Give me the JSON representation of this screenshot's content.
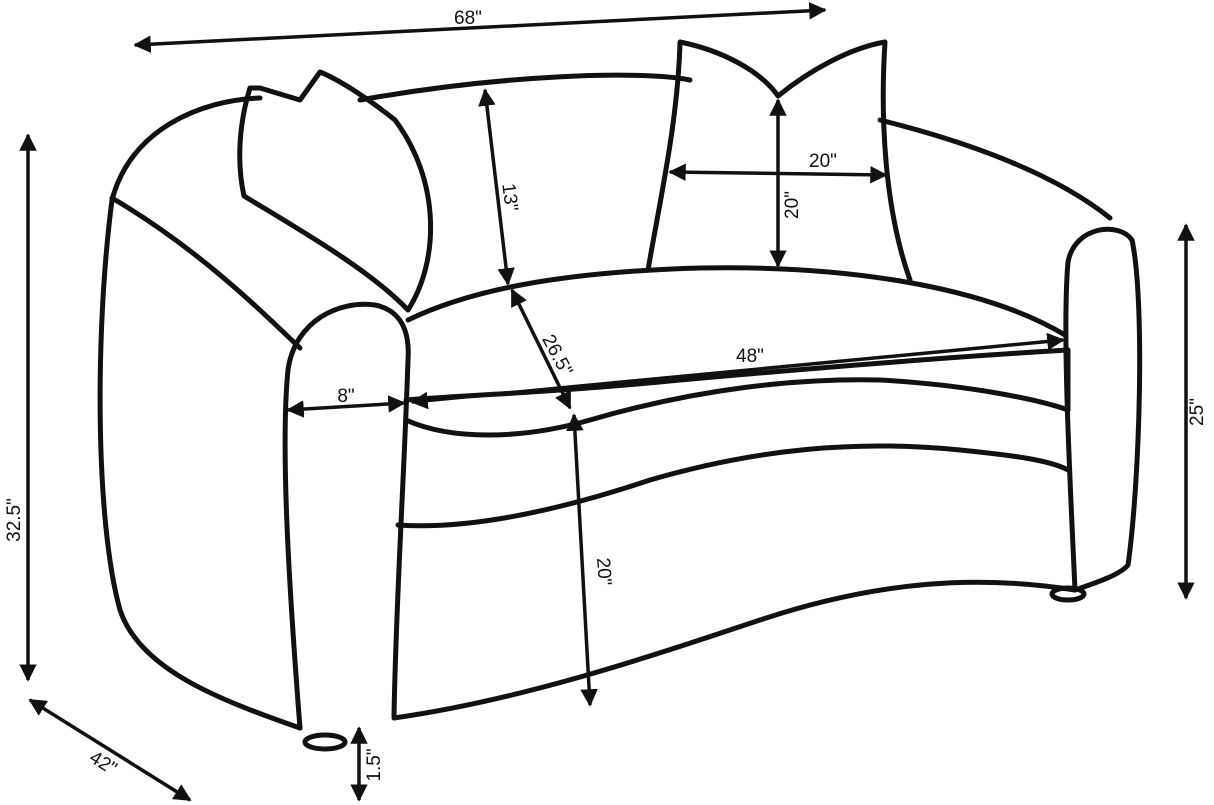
{
  "diagram": {
    "subject": "loveseat-dimension-drawing",
    "line_color": "#111111",
    "background": "#ffffff",
    "dimensions": {
      "overall_width": "68\"",
      "overall_height": "32.5\"",
      "overall_depth": "42\"",
      "arm_height": "25\"",
      "back_height": "13\"",
      "seat_depth": "26.5\"",
      "seat_width": "48\"",
      "arm_width": "8\"",
      "seat_height": "20\"",
      "leg_height": "1.5\"",
      "pillow_width": "20\"",
      "pillow_height": "20\""
    }
  }
}
